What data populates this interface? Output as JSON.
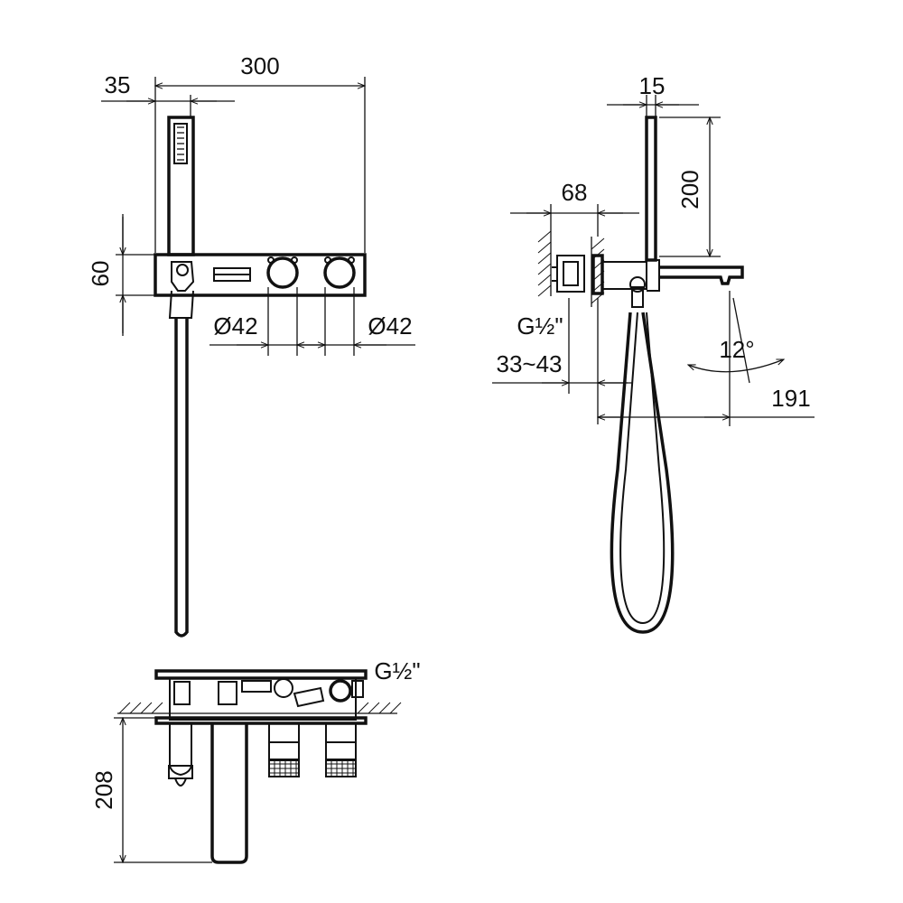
{
  "colors": {
    "line": "#111111",
    "background": "#ffffff"
  },
  "front_view": {
    "dim_width": "300",
    "dim_offset": "35",
    "dim_height": "60",
    "dim_knob_left": "Ø42",
    "dim_knob_right": "Ø42"
  },
  "side_view": {
    "dim_bar_width": "15",
    "dim_bar_height": "200",
    "dim_body": "68",
    "dim_thread": "G½\"",
    "dim_range": "33~43",
    "dim_angle": "12°",
    "dim_projection": "191"
  },
  "top_view": {
    "dim_thread": "G½\"",
    "dim_depth": "208"
  }
}
